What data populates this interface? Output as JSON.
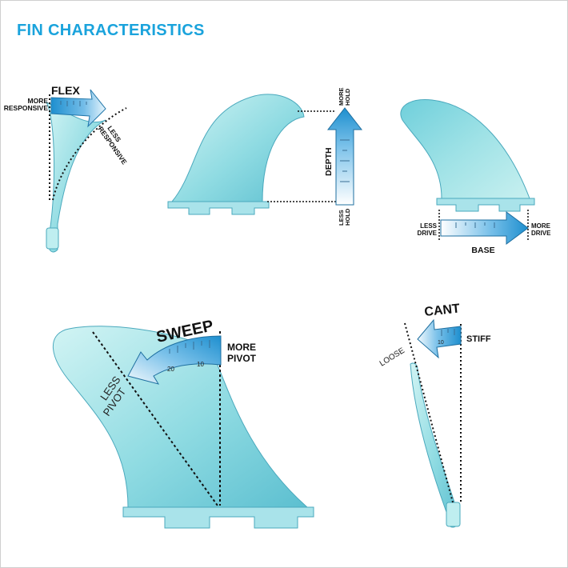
{
  "title": "FIN CHARACTERISTICS",
  "colors": {
    "title": "#1aa3dc",
    "fin_light": "#bfeef0",
    "fin_mid": "#7fd3dc",
    "fin_edge": "#4aa9bd",
    "arrow_blue": "#1e8fcf"
  },
  "flex": {
    "label": "FLEX",
    "more_line1": "MORE",
    "more_line2": "RESPONSIVE",
    "less_line1": "LESS",
    "less_line2": "RESPONSIVE"
  },
  "depth": {
    "label": "DEPTH",
    "more_line1": "MORE",
    "more_line2": "HOLD",
    "less_line1": "LESS",
    "less_line2": "HOLD"
  },
  "base": {
    "label": "BASE",
    "less_line1": "LESS",
    "less_line2": "DRIVE",
    "more_line1": "MORE",
    "more_line2": "DRIVE"
  },
  "sweep": {
    "label": "SWEEP",
    "more_line1": "MORE",
    "more_line2": "PIVOT",
    "less_line1": "LESS",
    "less_line2": "PIVOT",
    "scale_20": "20",
    "scale_10": "10"
  },
  "cant": {
    "label": "CANT",
    "stiff": "STIFF",
    "loose": "LOOSE",
    "scale_10": "10"
  }
}
